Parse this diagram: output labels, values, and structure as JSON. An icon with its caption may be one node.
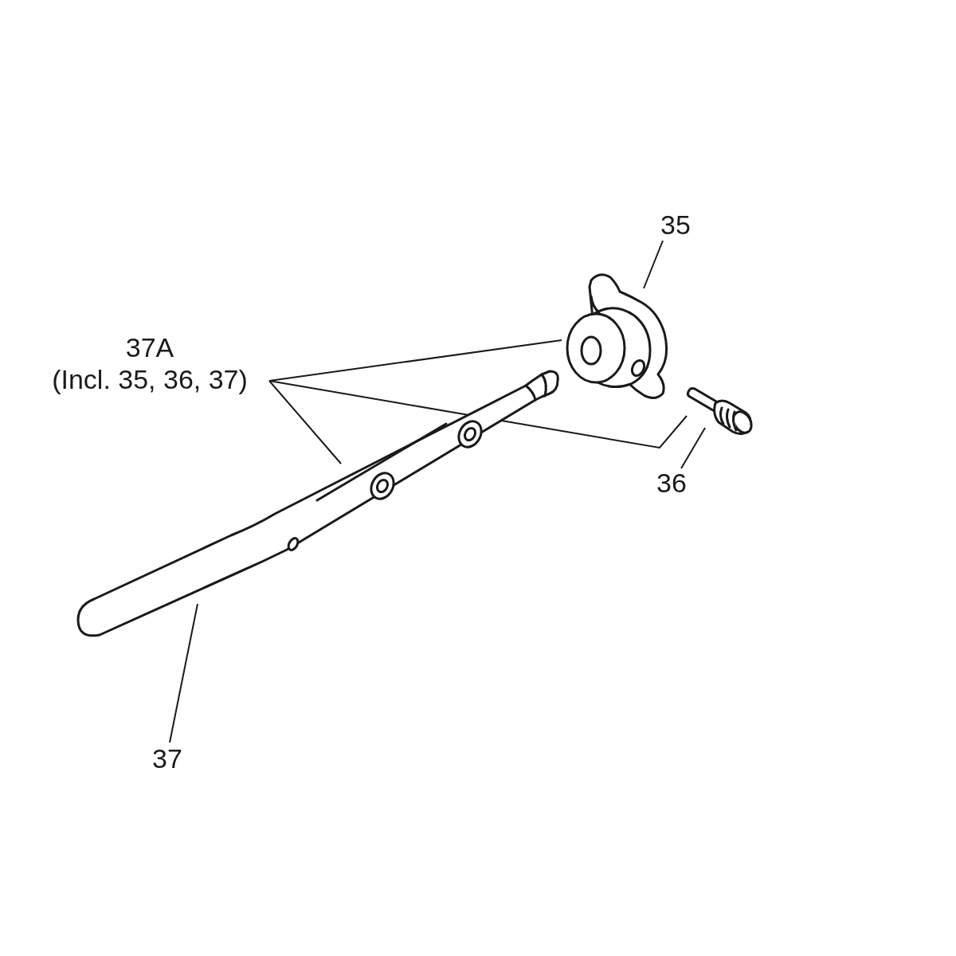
{
  "diagram": {
    "nodes": [
      {
        "text": [
          "35"
        ]
      },
      {
        "text": [
          "37A",
          "(Incl. 35, 36, 37)"
        ]
      },
      {
        "text": [
          "36"
        ]
      },
      {
        "text": [
          "37"
        ]
      },
      {
        "text": [],
        "shape": "picture"
      },
      {
        "text": [],
        "shape": "picture"
      },
      {
        "text": [],
        "shape": "picture"
      }
    ],
    "edges": [
      {
        "from": 0,
        "to": 4,
        "arrow": "none"
      },
      {
        "from": 1,
        "to": 4,
        "arrow": "none"
      },
      {
        "from": 1,
        "to": 6,
        "arrow": "none"
      },
      {
        "from": 1,
        "to": 5,
        "arrow": "none"
      },
      {
        "from": 2,
        "to": 5,
        "arrow": "none"
      },
      {
        "from": 3,
        "to": 6,
        "arrow": "none"
      }
    ]
  }
}
